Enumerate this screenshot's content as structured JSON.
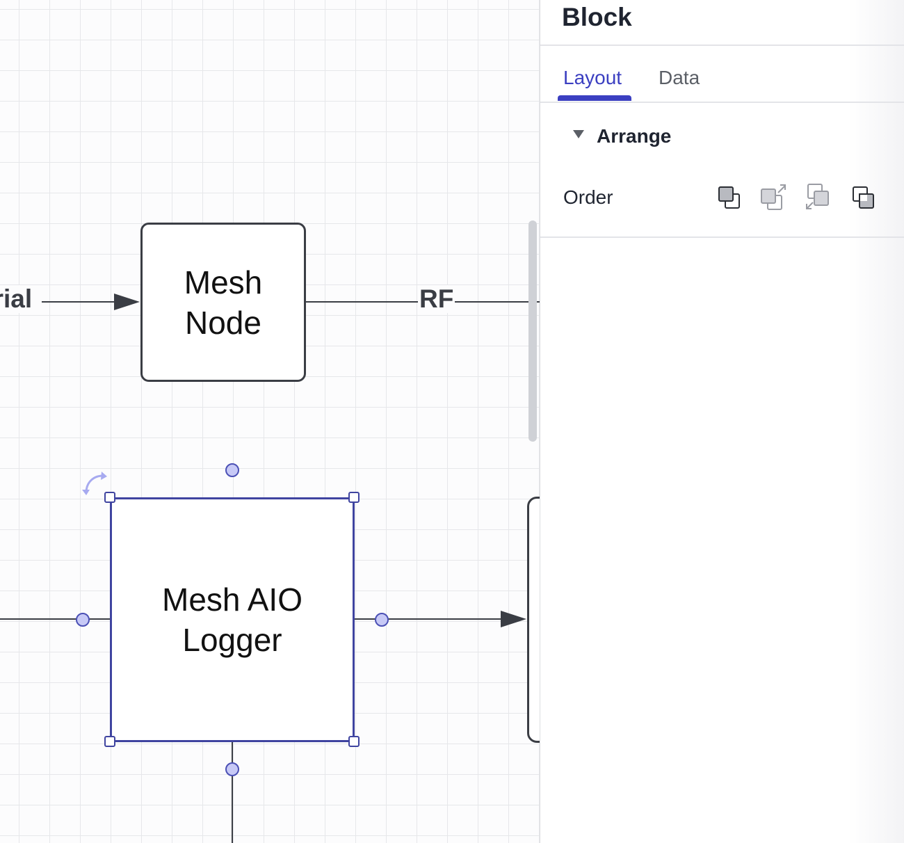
{
  "canvas": {
    "blocks": {
      "mesh_node": {
        "label": "Mesh\nNode"
      },
      "mesh_logger": {
        "label": "Mesh AIO\nLogger"
      }
    },
    "connector_labels": {
      "serial": "erial",
      "rf": "RF"
    },
    "colors": {
      "selection": "#3f44a0",
      "handle_fill": "#c7c9f6",
      "block_stroke": "#3a3d44"
    }
  },
  "panel": {
    "title": "Block",
    "tabs": [
      {
        "label": "Layout",
        "active": true
      },
      {
        "label": "Data",
        "active": false
      }
    ],
    "arrange": {
      "title": "Arrange",
      "order_label": "Order",
      "order_buttons": [
        {
          "icon": "bring-to-front-icon"
        },
        {
          "icon": "bring-forward-icon"
        },
        {
          "icon": "send-backward-icon"
        },
        {
          "icon": "send-to-back-icon"
        }
      ]
    },
    "accent_color": "#3b3fc1"
  }
}
